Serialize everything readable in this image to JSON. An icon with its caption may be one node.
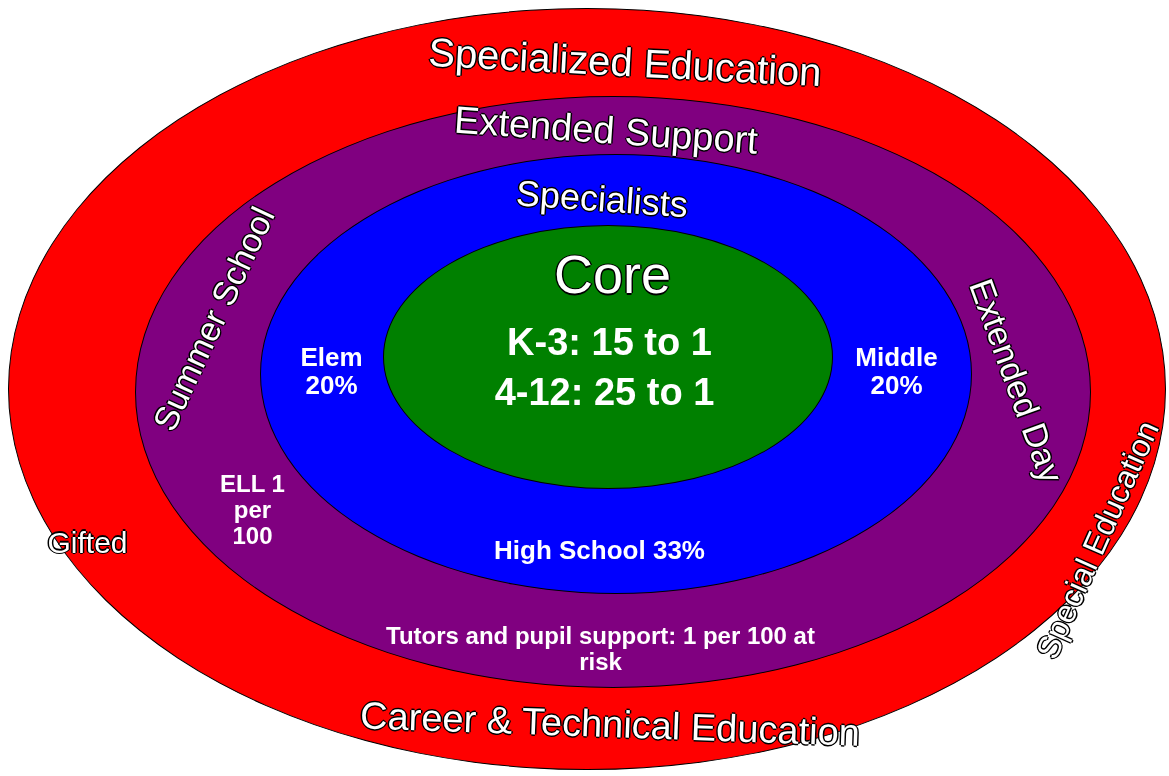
{
  "diagram": {
    "nodes": [
      {
        "text": [
          "Specialized Education",
          "Gifted",
          "Special Education",
          "Career & Technical Education"
        ]
      },
      {
        "text": [
          "Extended Support",
          "Summer School",
          "Extended Day",
          "ELL 1 per 100",
          "Tutors and pupil support: 1 per 100 at risk"
        ],
        "in": 0
      },
      {
        "text": [
          "Specialists",
          "Elem 20%",
          "Middle 20%",
          "High School 33%"
        ],
        "in": 1
      },
      {
        "text": [
          "Core",
          "K-3: 15 to 1",
          "4-12: 25 to 1"
        ],
        "in": 2
      }
    ]
  }
}
